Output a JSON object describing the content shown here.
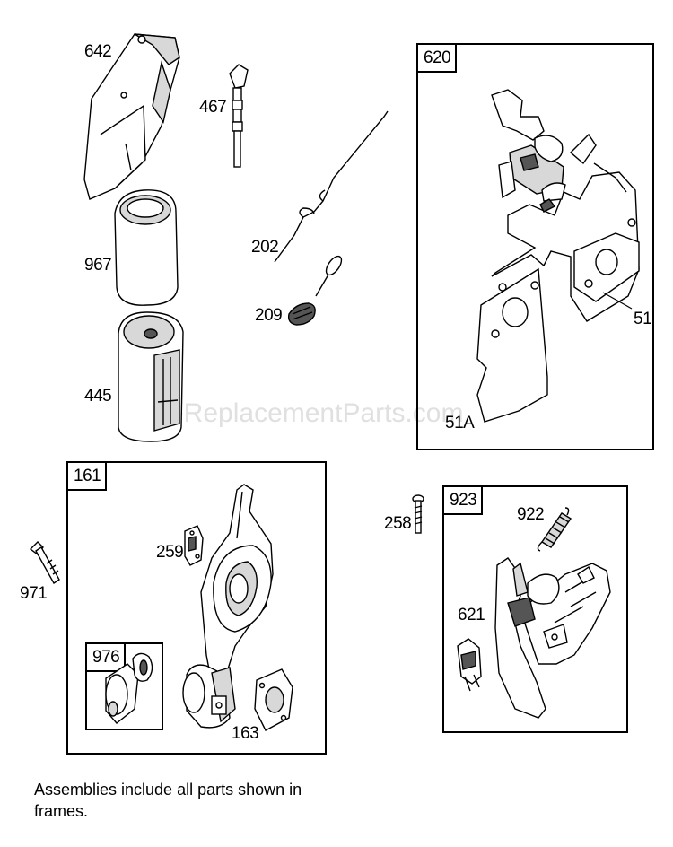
{
  "watermark": "eReplacementParts.com",
  "labels": {
    "p642": "642",
    "p467": "467",
    "p967": "967",
    "p202": "202",
    "p209": "209",
    "p445": "445",
    "p51": "51",
    "p51a": "51A",
    "p259": "259",
    "p971": "971",
    "p163": "163",
    "p258": "258",
    "p922": "922",
    "p621": "621"
  },
  "frames": {
    "f620": "620",
    "f161": "161",
    "f976": "976",
    "f923": "923"
  },
  "note": "Assemblies include all parts shown in frames."
}
